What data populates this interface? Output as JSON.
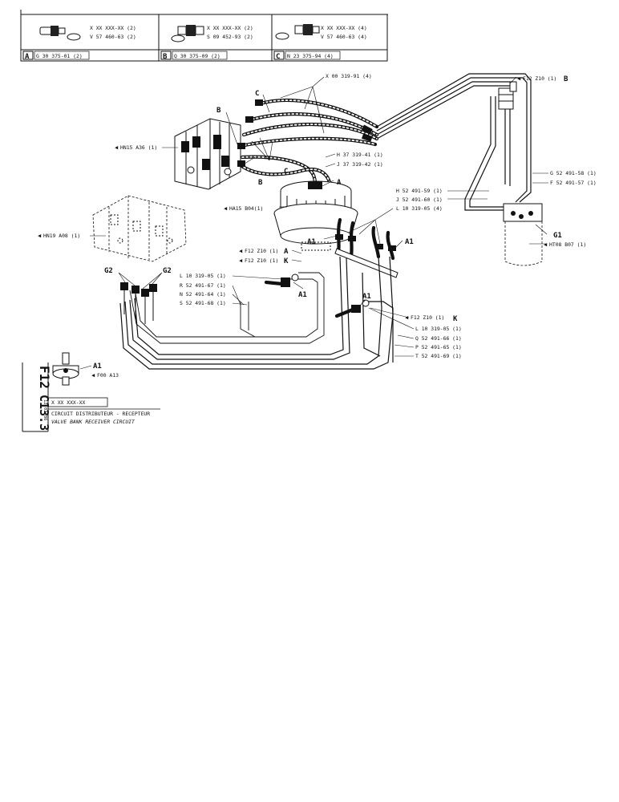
{
  "legend": {
    "boxes": [
      {
        "letter": "A",
        "part": "G 30 375-01 (2)",
        "line1": "X XX XXX-XX (2)",
        "line2": "V 57 460-63 (2)"
      },
      {
        "letter": "B",
        "part": "Q 30 375-09 (2)",
        "line1": "X XX XXX-XX (2)",
        "line2": "S 09 452-93 (2)"
      },
      {
        "letter": "C",
        "part": "N 23 375-94 (4)",
        "line1": "X XX XXX-XX (4)",
        "line2": "V 57 460-63 (4)"
      }
    ]
  },
  "callouts": {
    "x00": "X 00 319-91 (4)",
    "f12b": "F12  Z10 (1)",
    "f12b_letter": "B",
    "hn15": "HN15  A36 (1)",
    "h37": "H 37 319-41 (1)",
    "j37": "J 37 319-42 (1)",
    "g52": "G 52 491-58 (1)",
    "f52": "F 52 491-57 (1)",
    "h52": "H 52 491-59 (1)",
    "j52": "J 52 491-60 (1)",
    "l10_4": "L 10 319-05 (4)",
    "ha15": "HA15 B04(1)",
    "hn19": "HN19 A08 (1)",
    "ht08": "HT08 B07 (1)",
    "f12a": "F12  Z10 (1)",
    "f12k": "F12  Z10 (1)",
    "f12k2": "F12  Z10 (1)",
    "l10_1a": "L 10 319-05 (1)",
    "r52": "R 52 491-67 (1)",
    "n52": "N 52 491-64 (1)",
    "s52": "S 52 491-68 (1)",
    "l10_1b": "L 10 319-05 (1)",
    "q52": "Q 52 491-66 (1)",
    "p52": "P 52 491-65 (1)",
    "t52": "T 52 491-69 (1)",
    "f00": "F00  A13",
    "letters": {
      "a": "A",
      "b": "B",
      "c": "C",
      "k": "K",
      "a1": "A1",
      "g1": "G1",
      "g2": "G2"
    }
  },
  "title_block": {
    "group": "F12",
    "page": "C13.3",
    "date": "12-02-86",
    "ref": "X  XX  XXX-XX",
    "title_fr": "CIRCUIT DISTRIBUTEUR - RECEPTEUR",
    "title_en": "VALVE BANK RECEIVER CIRCUIT"
  }
}
